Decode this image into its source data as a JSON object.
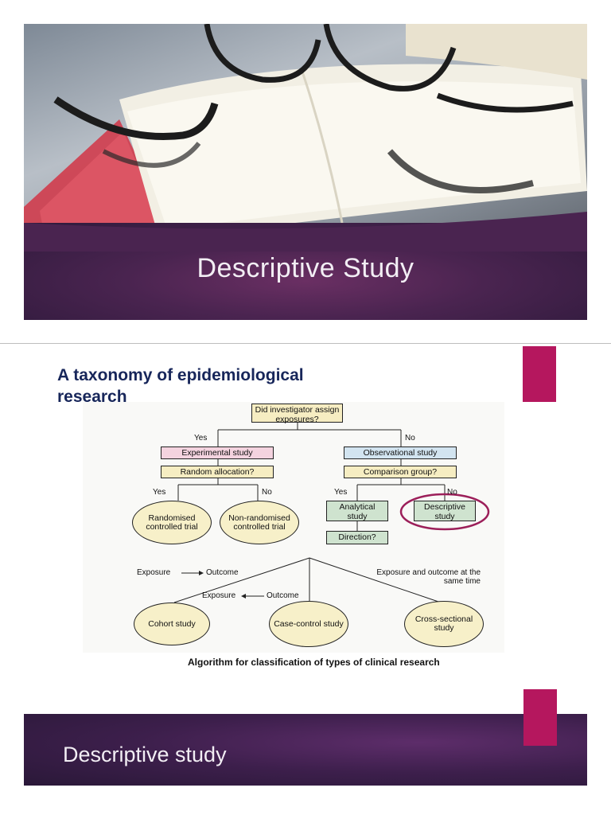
{
  "slide1": {
    "title": "Descriptive Study",
    "image_alt_icon": "open-book-with-glasses"
  },
  "slide2": {
    "heading": "A taxonomy of epidemiological research",
    "accent_color": "#b5175e",
    "flowchart": {
      "root": "Did investigator assign exposures?",
      "yes_label": "Yes",
      "no_label": "No",
      "experimental": "Experimental study",
      "random_allocation": "Random allocation?",
      "rct": "Randomised controlled trial",
      "non_rct": "Non-randomised controlled trial",
      "observational": "Observational study",
      "comparison_group": "Comparison group?",
      "analytical": "Analytical study",
      "descriptive": "Descriptive study",
      "direction": "Direction?",
      "exposure_outcome_left": "Exposure",
      "exposure_outcome_right": "Outcome",
      "outcome_exposure_left": "Exposure",
      "outcome_exposure_right": "Outcome",
      "same_time": "Exposure and outcome at the same time",
      "cohort": "Cohort study",
      "case_control": "Case-control study",
      "cross_sectional": "Cross-sectional study",
      "highlight_color": "#9c1f5a"
    },
    "caption": "Algorithm for classification of types of clinical research"
  },
  "slide3": {
    "title": "Descriptive study"
  }
}
